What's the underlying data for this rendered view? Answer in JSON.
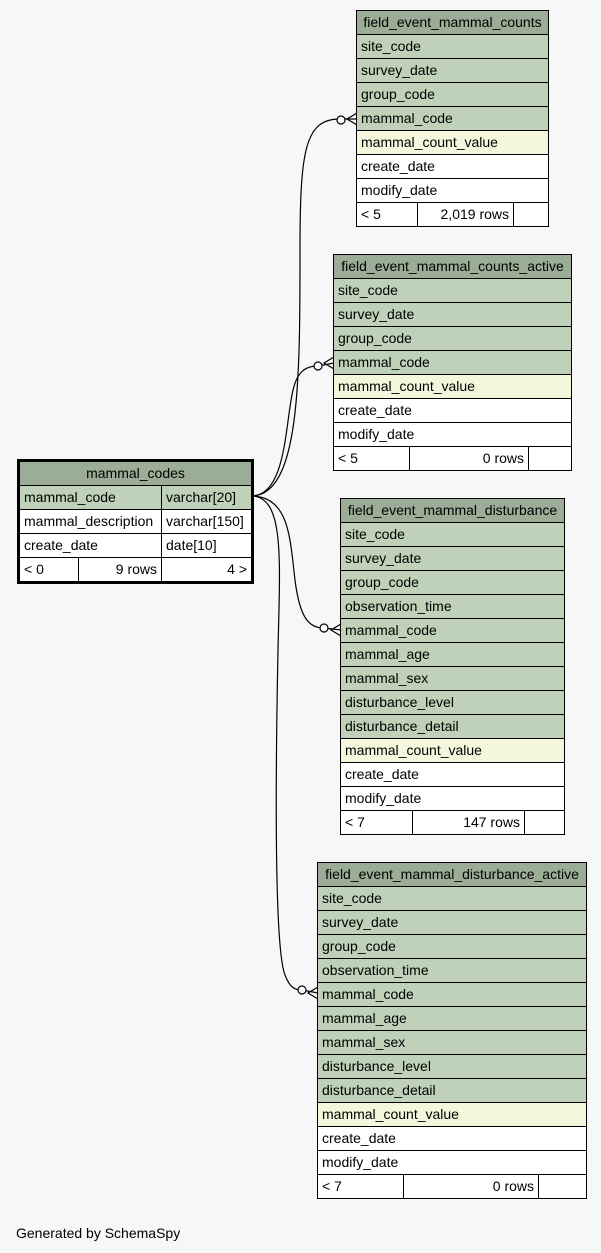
{
  "footer": "Generated by SchemaSpy",
  "tables": {
    "fcounts": {
      "name": "field_event_mammal_counts",
      "columns": [
        {
          "name": "site_code",
          "kind": "key"
        },
        {
          "name": "survey_date",
          "kind": "key"
        },
        {
          "name": "group_code",
          "kind": "key"
        },
        {
          "name": "mammal_code",
          "kind": "key"
        },
        {
          "name": "mammal_count_value",
          "kind": "idx"
        },
        {
          "name": "create_date",
          "kind": "plain"
        },
        {
          "name": "modify_date",
          "kind": "plain"
        }
      ],
      "footer": {
        "parents": "< 5",
        "rows": "2,019 rows",
        "children": ""
      }
    },
    "fcounts_active": {
      "name": "field_event_mammal_counts_active",
      "columns": [
        {
          "name": "site_code",
          "kind": "key"
        },
        {
          "name": "survey_date",
          "kind": "key"
        },
        {
          "name": "group_code",
          "kind": "key"
        },
        {
          "name": "mammal_code",
          "kind": "key"
        },
        {
          "name": "mammal_count_value",
          "kind": "idx"
        },
        {
          "name": "create_date",
          "kind": "plain"
        },
        {
          "name": "modify_date",
          "kind": "plain"
        }
      ],
      "footer": {
        "parents": "< 5",
        "rows": "0 rows",
        "children": ""
      }
    },
    "fdist": {
      "name": "field_event_mammal_disturbance",
      "columns": [
        {
          "name": "site_code",
          "kind": "key"
        },
        {
          "name": "survey_date",
          "kind": "key"
        },
        {
          "name": "group_code",
          "kind": "key"
        },
        {
          "name": "observation_time",
          "kind": "key"
        },
        {
          "name": "mammal_code",
          "kind": "key"
        },
        {
          "name": "mammal_age",
          "kind": "key"
        },
        {
          "name": "mammal_sex",
          "kind": "key"
        },
        {
          "name": "disturbance_level",
          "kind": "key"
        },
        {
          "name": "disturbance_detail",
          "kind": "key"
        },
        {
          "name": "mammal_count_value",
          "kind": "idx"
        },
        {
          "name": "create_date",
          "kind": "plain"
        },
        {
          "name": "modify_date",
          "kind": "plain"
        }
      ],
      "footer": {
        "parents": "< 7",
        "rows": "147 rows",
        "children": ""
      }
    },
    "fdist_active": {
      "name": "field_event_mammal_disturbance_active",
      "columns": [
        {
          "name": "site_code",
          "kind": "key"
        },
        {
          "name": "survey_date",
          "kind": "key"
        },
        {
          "name": "group_code",
          "kind": "key"
        },
        {
          "name": "observation_time",
          "kind": "key"
        },
        {
          "name": "mammal_code",
          "kind": "key"
        },
        {
          "name": "mammal_age",
          "kind": "key"
        },
        {
          "name": "mammal_sex",
          "kind": "key"
        },
        {
          "name": "disturbance_level",
          "kind": "key"
        },
        {
          "name": "disturbance_detail",
          "kind": "key"
        },
        {
          "name": "mammal_count_value",
          "kind": "idx"
        },
        {
          "name": "create_date",
          "kind": "plain"
        },
        {
          "name": "modify_date",
          "kind": "plain"
        }
      ],
      "footer": {
        "parents": "< 7",
        "rows": "0 rows",
        "children": ""
      }
    },
    "mcodes": {
      "name": "mammal_codes",
      "columns": [
        {
          "name": "mammal_code",
          "type": "varchar[20]",
          "kind": "key"
        },
        {
          "name": "mammal_description",
          "type": "varchar[150]",
          "kind": "plain"
        },
        {
          "name": "create_date",
          "type": "date[10]",
          "kind": "plain"
        }
      ],
      "footer": {
        "parents": "< 0",
        "rows": "9 rows",
        "children": "4 >"
      }
    }
  }
}
